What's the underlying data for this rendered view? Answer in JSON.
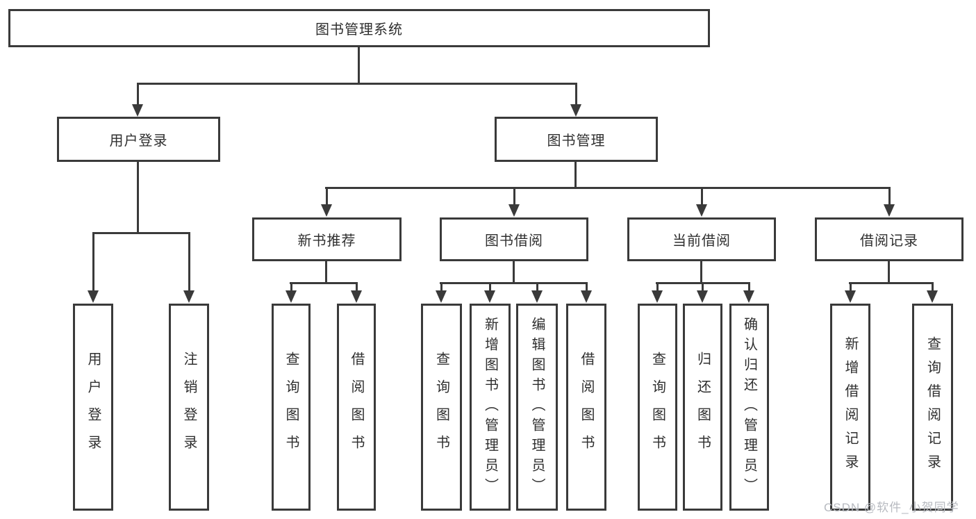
{
  "diagram": {
    "tree": {
      "label": "图书管理系统",
      "children": [
        {
          "label": "用户登录",
          "children": [
            {
              "label": "用户登录"
            },
            {
              "label": "注销登录"
            }
          ]
        },
        {
          "label": "图书管理",
          "children": [
            {
              "label": "新书推荐",
              "children": [
                {
                  "label": "查询图书"
                },
                {
                  "label": "借阅图书"
                }
              ]
            },
            {
              "label": "图书借阅",
              "children": [
                {
                  "label": "查询图书"
                },
                {
                  "label": "新增图书（管理员）"
                },
                {
                  "label": "编辑图书（管理员）"
                },
                {
                  "label": "借阅图书"
                }
              ]
            },
            {
              "label": "当前借阅",
              "children": [
                {
                  "label": "查询图书"
                },
                {
                  "label": "归还图书"
                },
                {
                  "label": "确认归还（管理员）"
                }
              ]
            },
            {
              "label": "借阅记录",
              "children": [
                {
                  "label": "新增借阅记录"
                },
                {
                  "label": "查询借阅记录"
                }
              ]
            }
          ]
        }
      ]
    }
  },
  "watermark": {
    "text": "CSDN @软件_小贺同学"
  },
  "colors": {
    "line": "#3a3a3a",
    "text": "#2f2f2f",
    "background": "#ffffff",
    "watermark": "#b7bac0"
  }
}
